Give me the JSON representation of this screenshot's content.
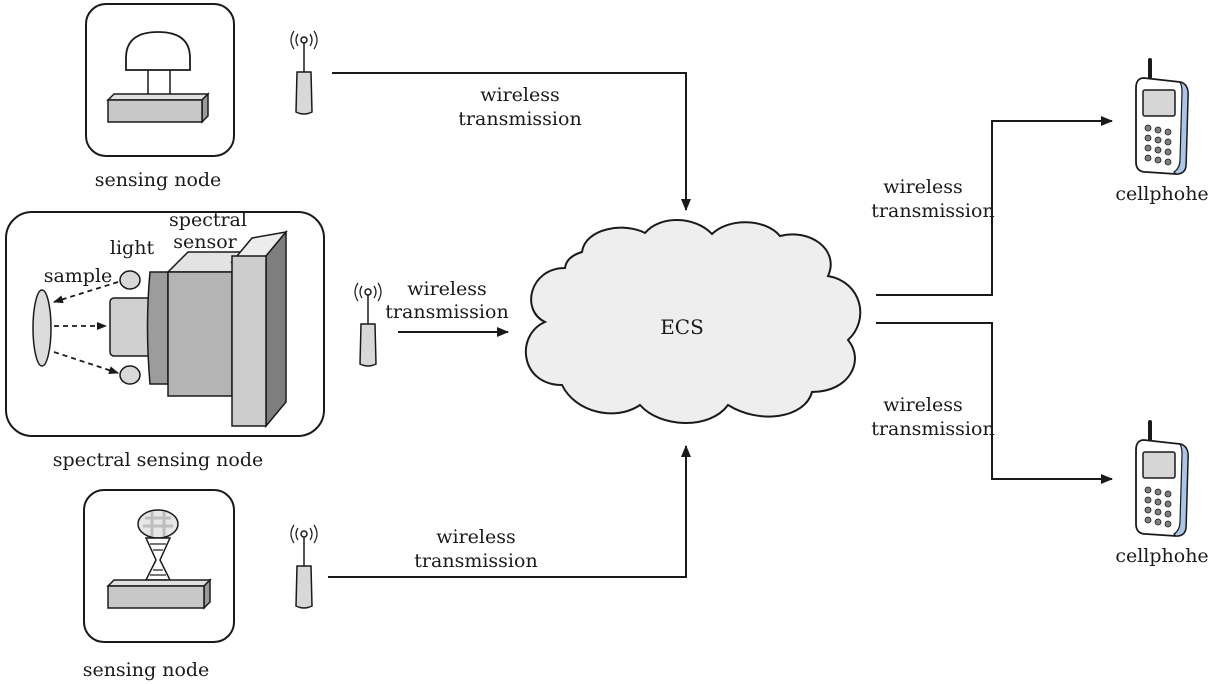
{
  "nodes": {
    "top_sensing_node": "sensing node",
    "spectral_sensing_node": "spectral sensing node",
    "bottom_sensing_node": "sensing node"
  },
  "spectral_parts": {
    "spectral_line1": "spectral",
    "spectral_line2": "sensor",
    "light": "light",
    "sample": "sample"
  },
  "links": {
    "top": {
      "line1": "wireless",
      "line2": "transmission"
    },
    "middle": {
      "line1": "wireless",
      "line2": "transmission"
    },
    "bottom": {
      "line1": "wireless",
      "line2": "transmission"
    },
    "right_top": {
      "line1": "wireless",
      "line2": "transmission"
    },
    "right_bottom": {
      "line1": "wireless",
      "line2": "transmission"
    }
  },
  "cloud": {
    "label": "ECS"
  },
  "phones": {
    "top": "cellphohe",
    "bottom": "cellphohe"
  },
  "colors": {
    "stroke": "#1a1a1a",
    "cloud_fill": "#eeeeee",
    "box_fill": "#cfcfcf",
    "phone_accent": "#a9c6e6"
  }
}
